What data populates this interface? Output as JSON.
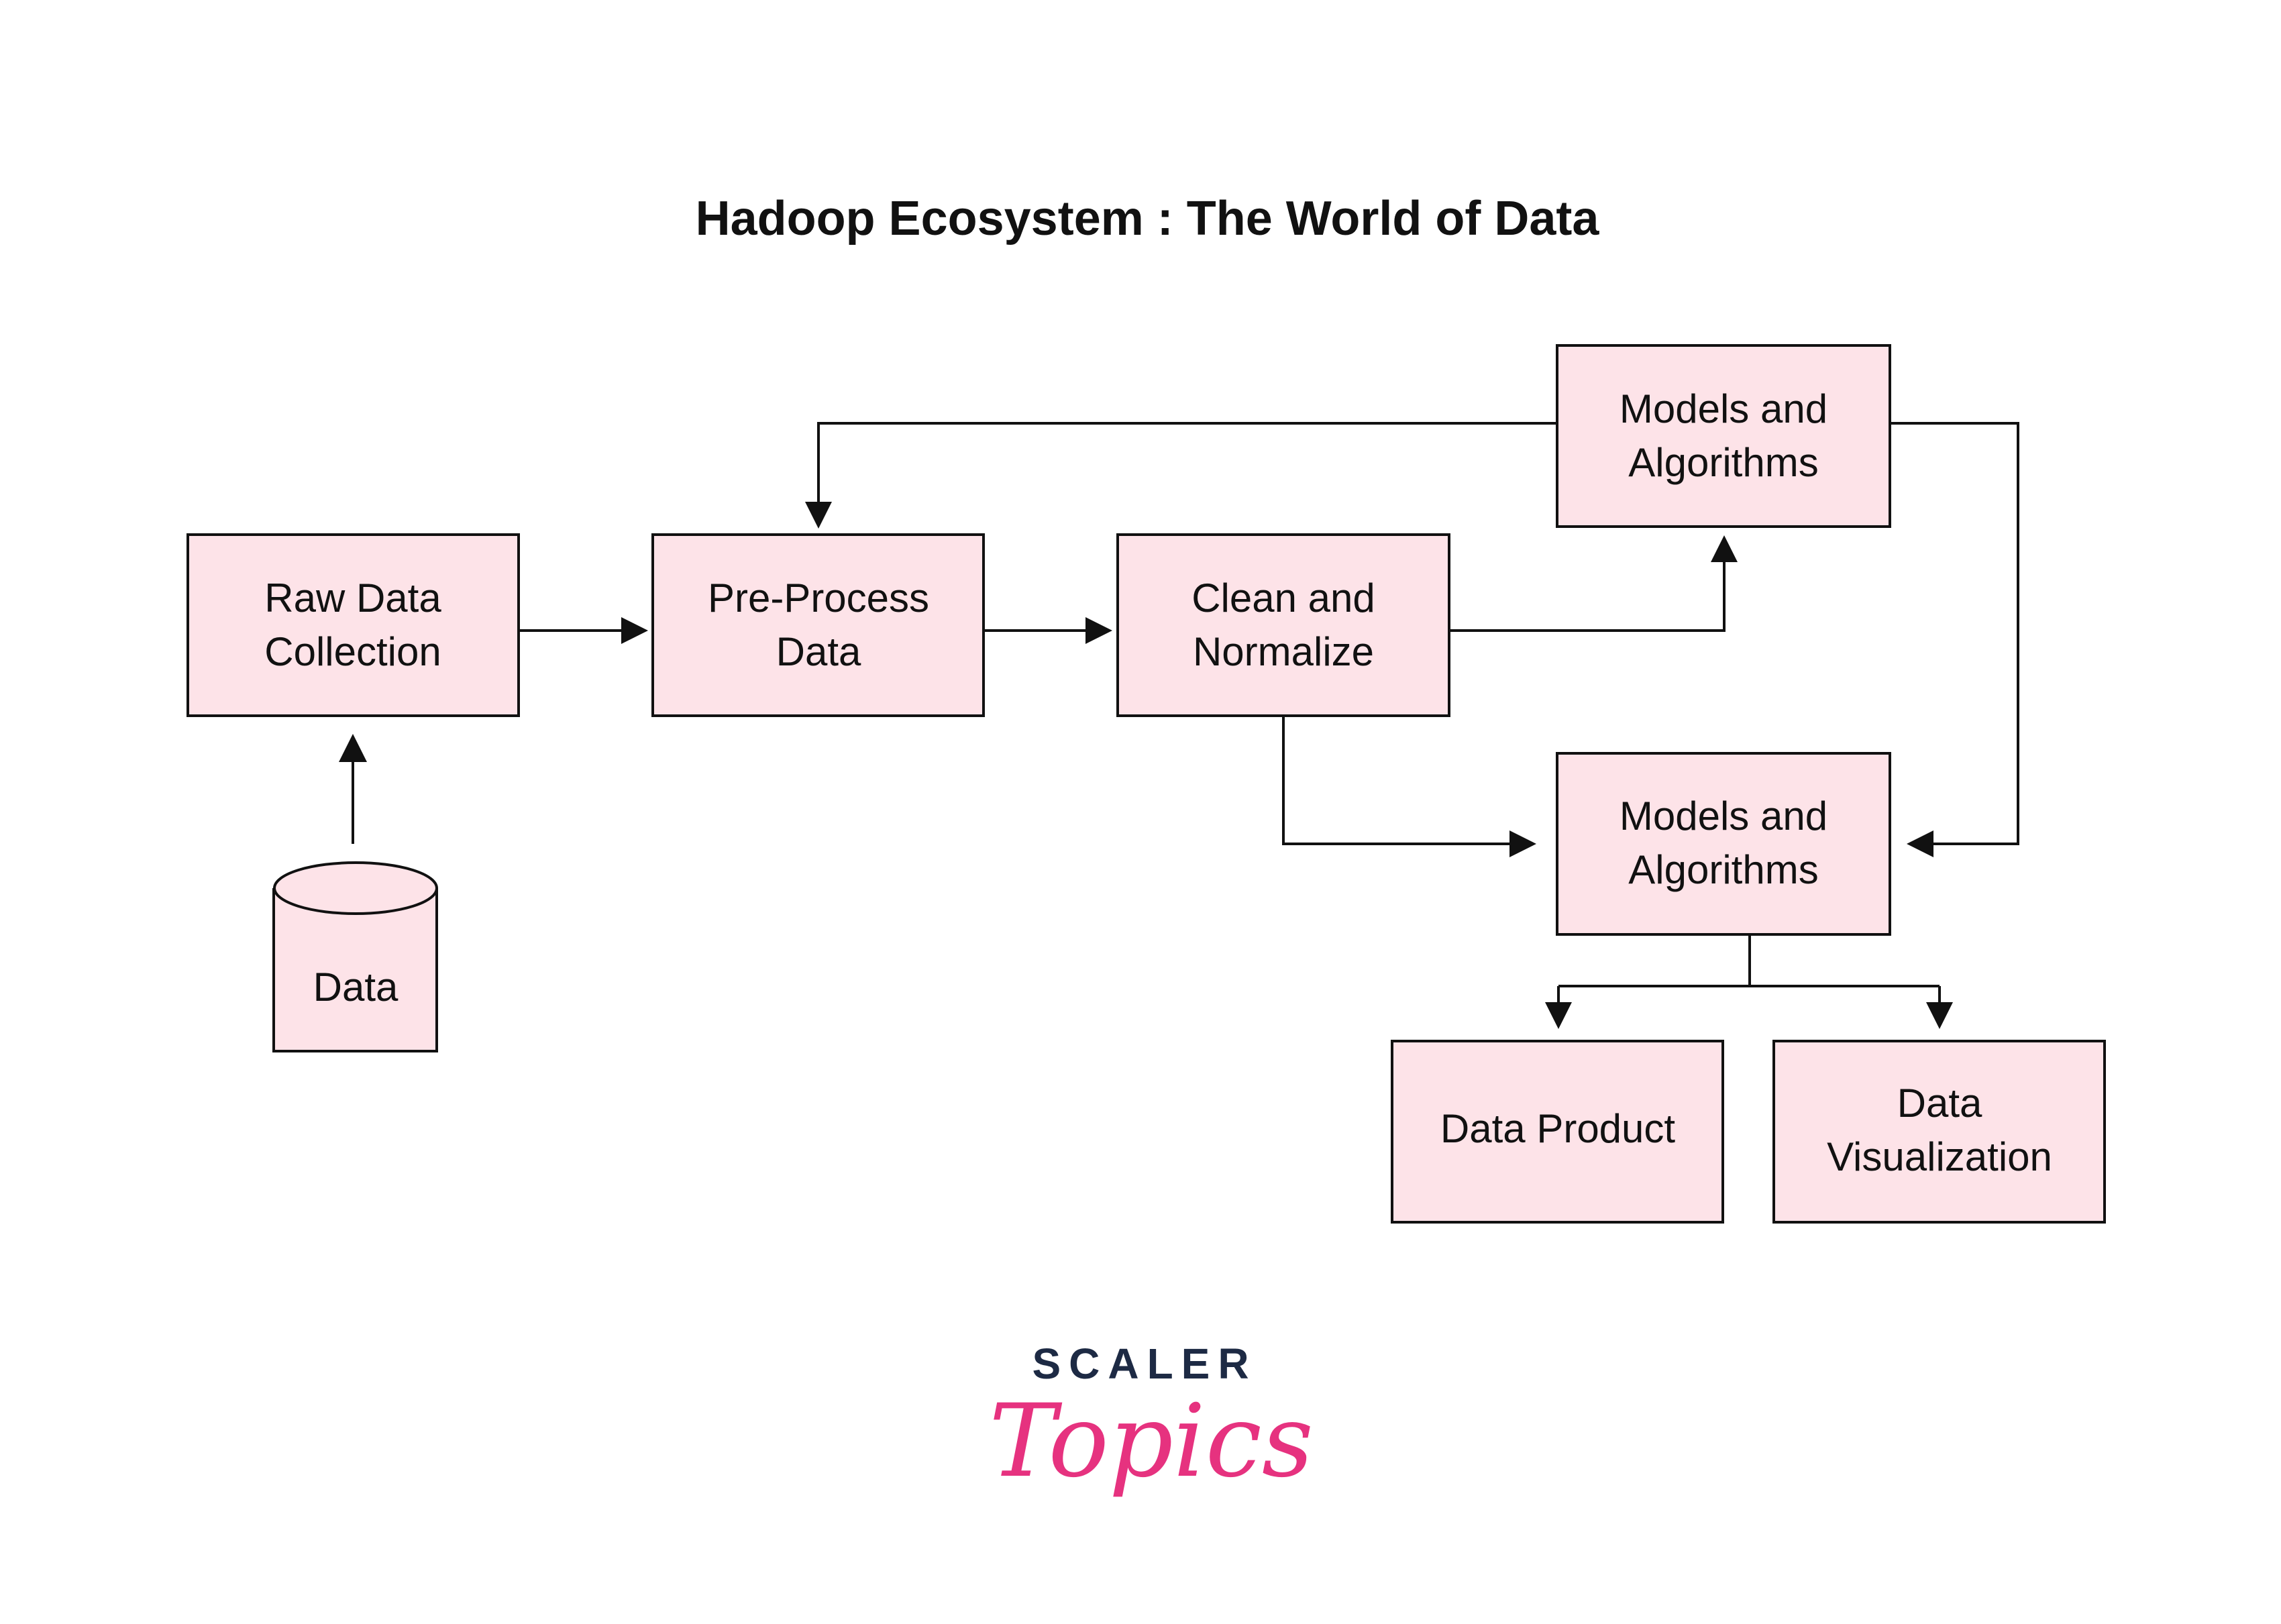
{
  "title": "Hadoop Ecosystem : The World of Data",
  "colors": {
    "node_fill": "#fde3e8",
    "stroke": "#111111",
    "logo_dark": "#1d2a44",
    "logo_pink": "#e6327f"
  },
  "nodes": {
    "raw_data": {
      "line1": "Raw Data",
      "line2": "Collection"
    },
    "preprocess": {
      "line1": "Pre-Process",
      "line2": "Data"
    },
    "clean": {
      "line1": "Clean and",
      "line2": "Normalize"
    },
    "models_top": {
      "line1": "Models and",
      "line2": "Algorithms"
    },
    "models_bottom": {
      "line1": "Models and",
      "line2": "Algorithms"
    },
    "data_product": {
      "line1": "Data Product"
    },
    "data_viz": {
      "line1": "Data",
      "line2": "Visualization"
    },
    "data_store": {
      "label": "Data",
      "shape": "cylinder"
    }
  },
  "edges": [
    {
      "from": "data_store",
      "to": "raw_data"
    },
    {
      "from": "raw_data",
      "to": "preprocess"
    },
    {
      "from": "preprocess",
      "to": "clean"
    },
    {
      "from": "clean",
      "to": "models_top"
    },
    {
      "from": "clean",
      "to": "models_bottom"
    },
    {
      "from": "models_top",
      "to": "preprocess"
    },
    {
      "from": "models_top",
      "to": "models_bottom"
    },
    {
      "from": "models_bottom",
      "to": "data_product"
    },
    {
      "from": "models_bottom",
      "to": "data_viz"
    }
  ],
  "logo": {
    "top": "SCALER",
    "bottom": "Topics"
  }
}
